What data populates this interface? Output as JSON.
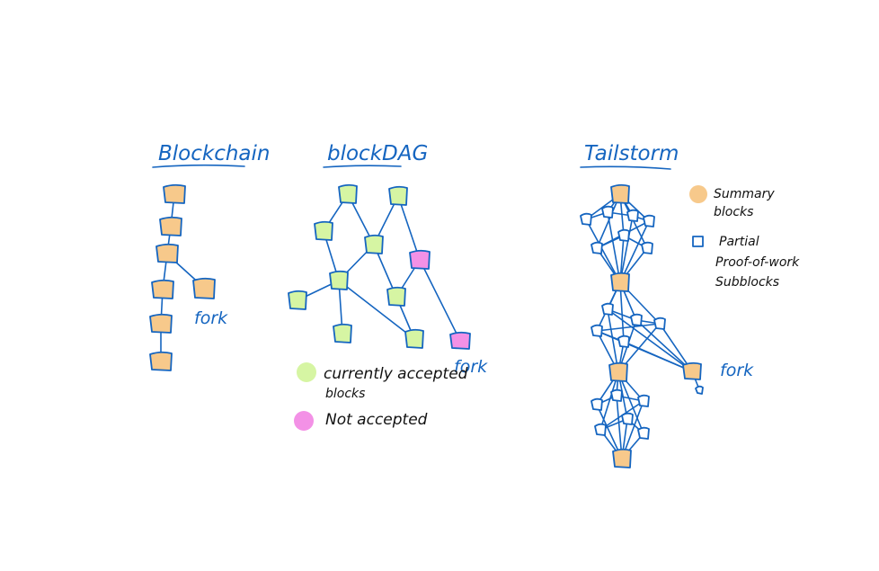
{
  "colors": {
    "ink": "#1565c0",
    "summary": "#f7c98b",
    "accepted": "#d6f5a3",
    "not_accepted": "#f391e6",
    "text": "#111111"
  },
  "blockchain": {
    "title": "Blockchain",
    "fork_label": "fork"
  },
  "blockdag": {
    "title": "blockDAG",
    "fork_label": "fork",
    "legend": {
      "accepted_line1": "currently accepted",
      "accepted_line2": "blocks",
      "not_accepted": "Not accepted"
    }
  },
  "tailstorm": {
    "title": "Tailstorm",
    "fork_label": "fork",
    "legend": {
      "summary_line1": "Summary",
      "summary_line2": "blocks",
      "partial_line1": "Partial",
      "partial_line2": "Proof-of-work",
      "partial_line3": "Subblocks"
    }
  }
}
